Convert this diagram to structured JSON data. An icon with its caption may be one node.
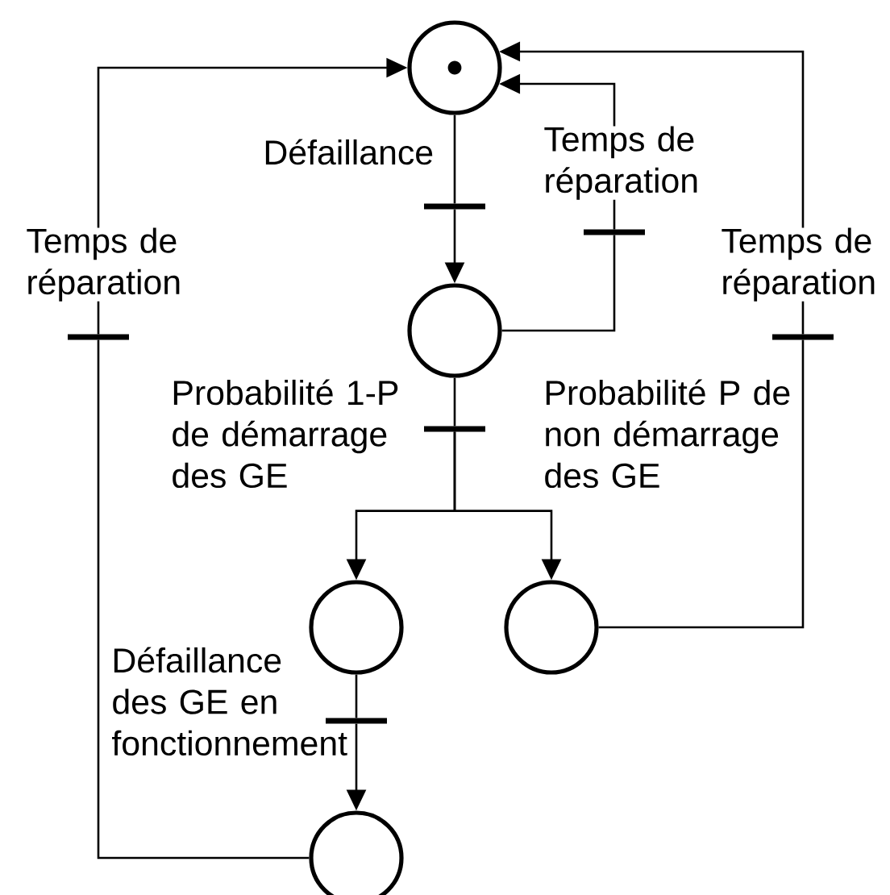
{
  "diagram": {
    "nodes": [
      {
        "text": [],
        "shape": "circle"
      },
      {
        "text": [],
        "shape": "bar",
        "beside": [
          "Défaillance"
        ]
      },
      {
        "text": [],
        "shape": "circle"
      },
      {
        "text": [],
        "shape": "bar",
        "beside": [
          "Temps de réparation"
        ]
      },
      {
        "text": [],
        "shape": "bar",
        "beside": [
          "Probabilité 1-P de démarrage des GE",
          "Probabilité P de non démarrage des GE"
        ]
      },
      {
        "text": [],
        "shape": "circle"
      },
      {
        "text": [],
        "shape": "circle"
      },
      {
        "text": [],
        "shape": "bar",
        "beside": [
          "Défaillance des GE en fonctionnement"
        ]
      },
      {
        "text": [],
        "shape": "circle"
      },
      {
        "text": [],
        "shape": "bar",
        "beside": [
          "Temps de réparation"
        ]
      },
      {
        "text": [],
        "shape": "bar",
        "beside": [
          "Temps de réparation"
        ]
      }
    ],
    "edges": [
      {
        "from": 0,
        "to": 1,
        "arrow": "none"
      },
      {
        "from": 1,
        "to": 2,
        "arrow": "to"
      },
      {
        "from": 2,
        "to": 3,
        "arrow": "none"
      },
      {
        "from": 3,
        "to": 0,
        "arrow": "to"
      },
      {
        "from": 2,
        "to": 4,
        "arrow": "none"
      },
      {
        "from": 4,
        "to": 5,
        "arrow": "to"
      },
      {
        "from": 4,
        "to": 6,
        "arrow": "to"
      },
      {
        "from": 5,
        "to": 7,
        "arrow": "none"
      },
      {
        "from": 7,
        "to": 8,
        "arrow": "to"
      },
      {
        "from": 8,
        "to": 9,
        "arrow": "none"
      },
      {
        "from": 9,
        "to": 0,
        "arrow": "to"
      },
      {
        "from": 6,
        "to": 10,
        "arrow": "none"
      },
      {
        "from": 10,
        "to": 0,
        "arrow": "to"
      }
    ]
  }
}
